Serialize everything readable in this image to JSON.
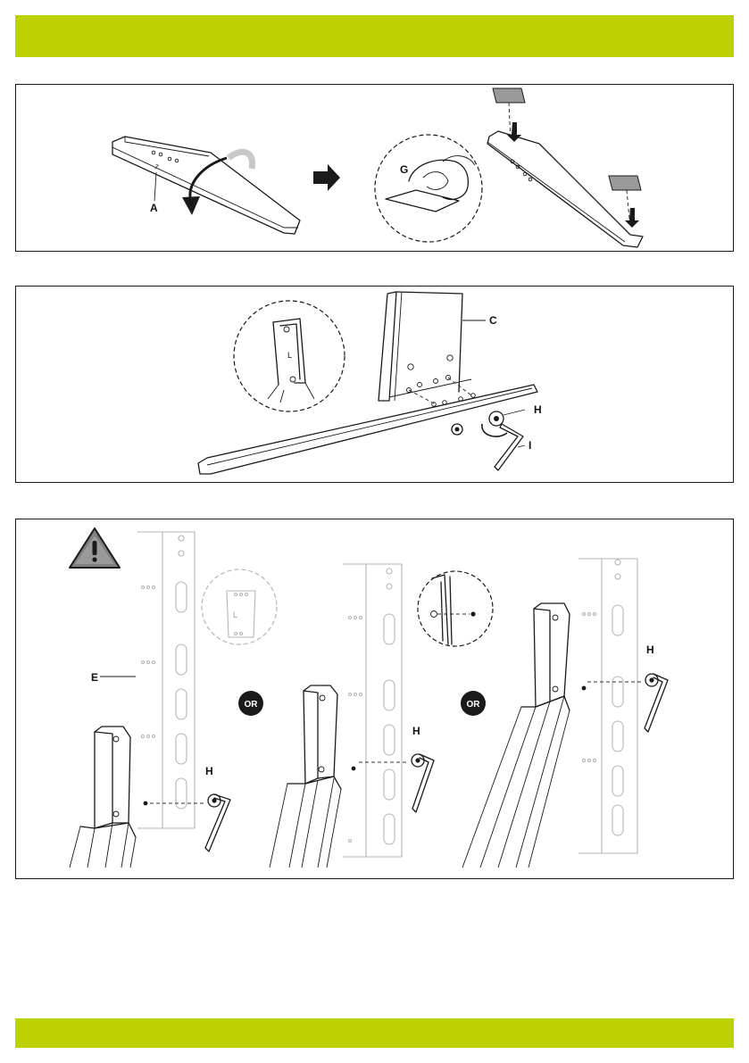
{
  "colors": {
    "band": "#bdd100",
    "line": "#1a1a1a",
    "ghost": "#b5b5b5",
    "warning_fill": "#8a8a8a"
  },
  "panels": {
    "step1": {
      "label_a": "A",
      "label_g": "G"
    },
    "step2": {
      "label_c": "C",
      "label_h": "H",
      "label_i": "I",
      "detail_side_mark": "L"
    },
    "step3": {
      "label_e": "E",
      "label_h_1": "H",
      "label_h_2": "H",
      "label_h_3": "H",
      "or_badge_1": "OR",
      "or_badge_2": "OR",
      "detail_side_mark": "L",
      "warning_icon": "warning-triangle-icon"
    }
  },
  "icons": [
    "rotate-arrow-icon",
    "next-step-arrow-icon",
    "down-arrow-icon",
    "rotation-arrow-icon",
    "warning-triangle-icon"
  ]
}
